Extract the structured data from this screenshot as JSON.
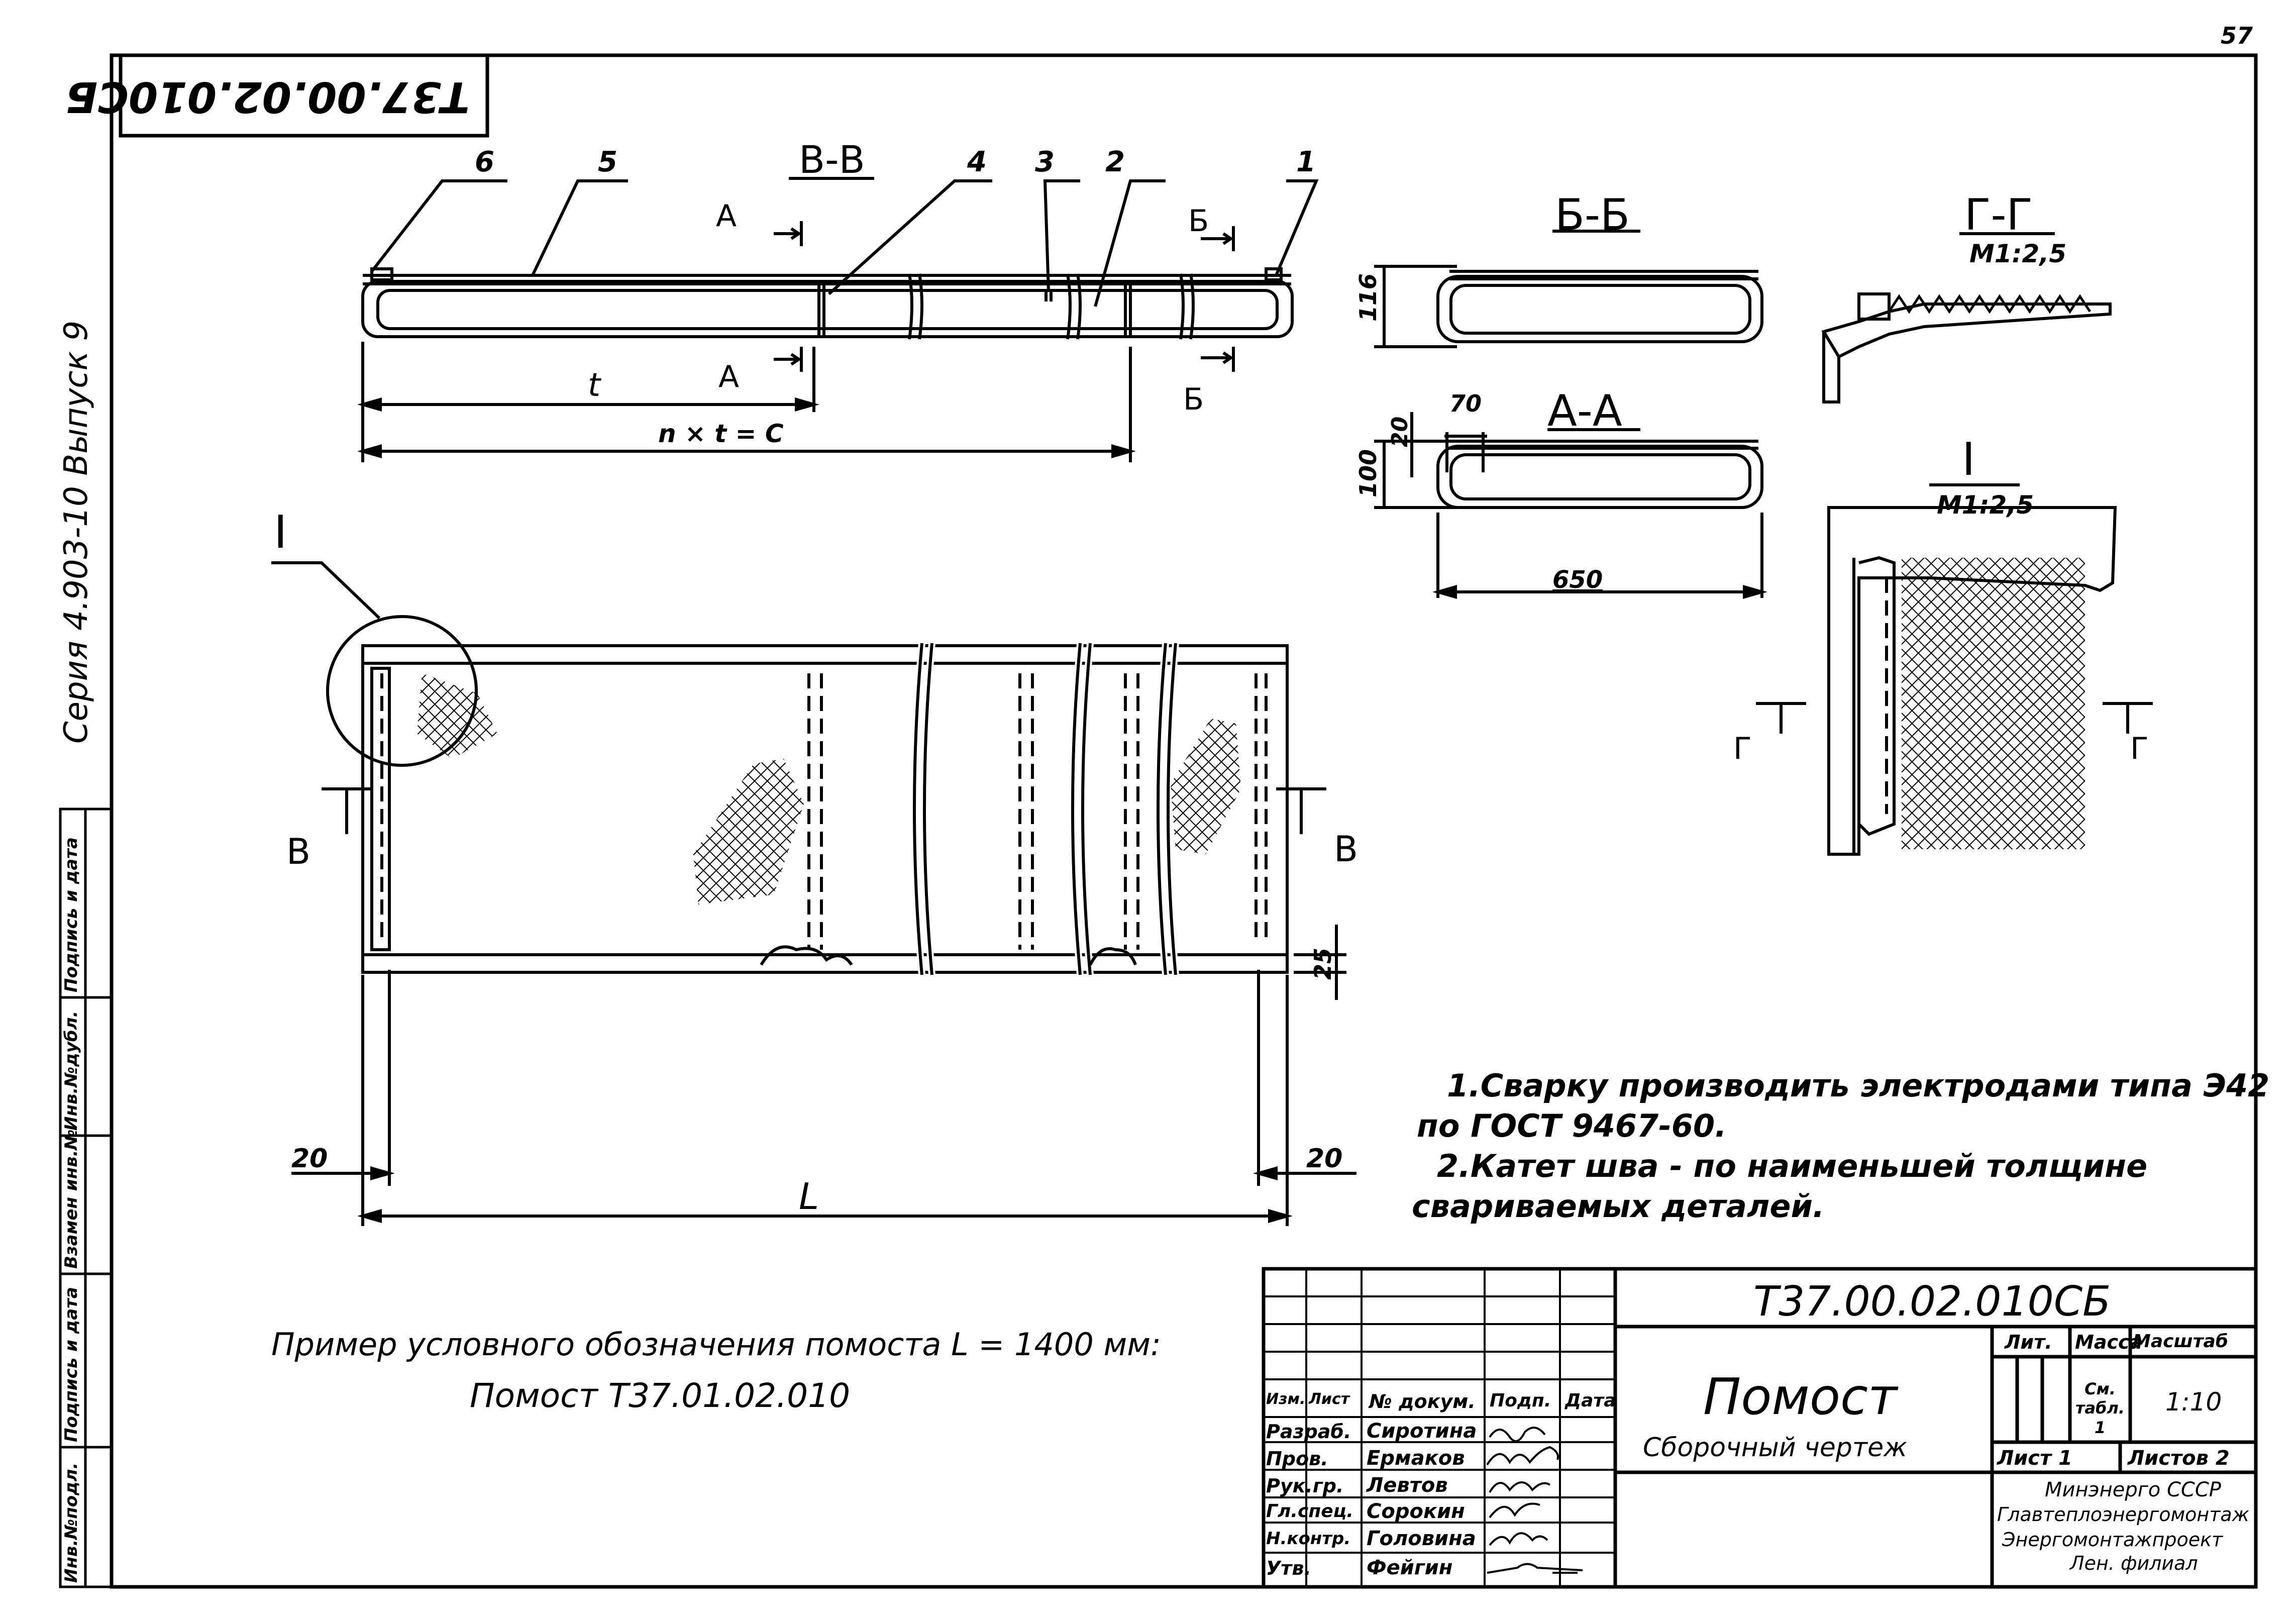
{
  "sheet_number": "57",
  "drawing_code_rotated": "Т37.00.02.010СБ",
  "series": "Серия 4.903-10 Выпуск 9",
  "views": {
    "vv": "В-В",
    "bb": "Б-Б",
    "aa": "А-А",
    "gg": "Г-Г",
    "gg_scale": "М1:2,5",
    "detail": "I",
    "detail_scale": "М1:2,5"
  },
  "section_marks": {
    "a": "А",
    "b": "Б",
    "v": "В",
    "g": "Г",
    "detail_callout": "I"
  },
  "positions": [
    "1",
    "2",
    "3",
    "4",
    "5",
    "6"
  ],
  "dimensions": {
    "t": "t",
    "nxt": "n × t = C",
    "h116": "116",
    "h100": "100",
    "h20": "20",
    "w70": "70",
    "w650": "650",
    "d25": "25",
    "left20": "20",
    "right20": "20",
    "L": "L"
  },
  "notes": [
    "1.Сварку производить электродами типа Э42",
    "по ГОСТ 9467-60.",
    "2.Катет шва - по наименьшей толщине",
    "свариваемых деталей."
  ],
  "example": {
    "line1": "Пример условного обозначения помоста L = 1400 мм:",
    "line2": "Помост Т37.01.02.010"
  },
  "side_stamp": [
    "Инв.№подл.",
    "Подпись и дата",
    "Взамен инв.№",
    "Инв.№дубл.",
    "Подпись и дата"
  ],
  "title_block": {
    "code": "Т37.00.02.010СБ",
    "name": "Помост",
    "doc_type": "Сборочный чертеж",
    "headers": {
      "izm": "Изм.",
      "list": "Лист",
      "doc": "№ докум.",
      "sign": "Подп.",
      "date": "Дата"
    },
    "roles": [
      {
        "role": "Разраб.",
        "name": "Сиротина"
      },
      {
        "role": "Пров.",
        "name": "Ермаков"
      },
      {
        "role": "Рук.гр.",
        "name": "Левтов"
      },
      {
        "role": "Гл.спец.",
        "name": "Сорокин"
      },
      {
        "role": "Н.контр.",
        "name": "Головина"
      },
      {
        "role": "Утв.",
        "name": "Фейгин"
      }
    ],
    "lit_label": "Лит.",
    "mass_label": "Масса",
    "scale_label": "Масштаб",
    "mass_value": "См. табл. 1",
    "scale_value": "1:10",
    "sheet": "Лист 1",
    "sheets": "Листов 2",
    "org": [
      "Минэнерго СССР",
      "Главтеплоэнергомонтаж",
      "Энергомонтажпроект",
      "Лен. филиал"
    ]
  }
}
